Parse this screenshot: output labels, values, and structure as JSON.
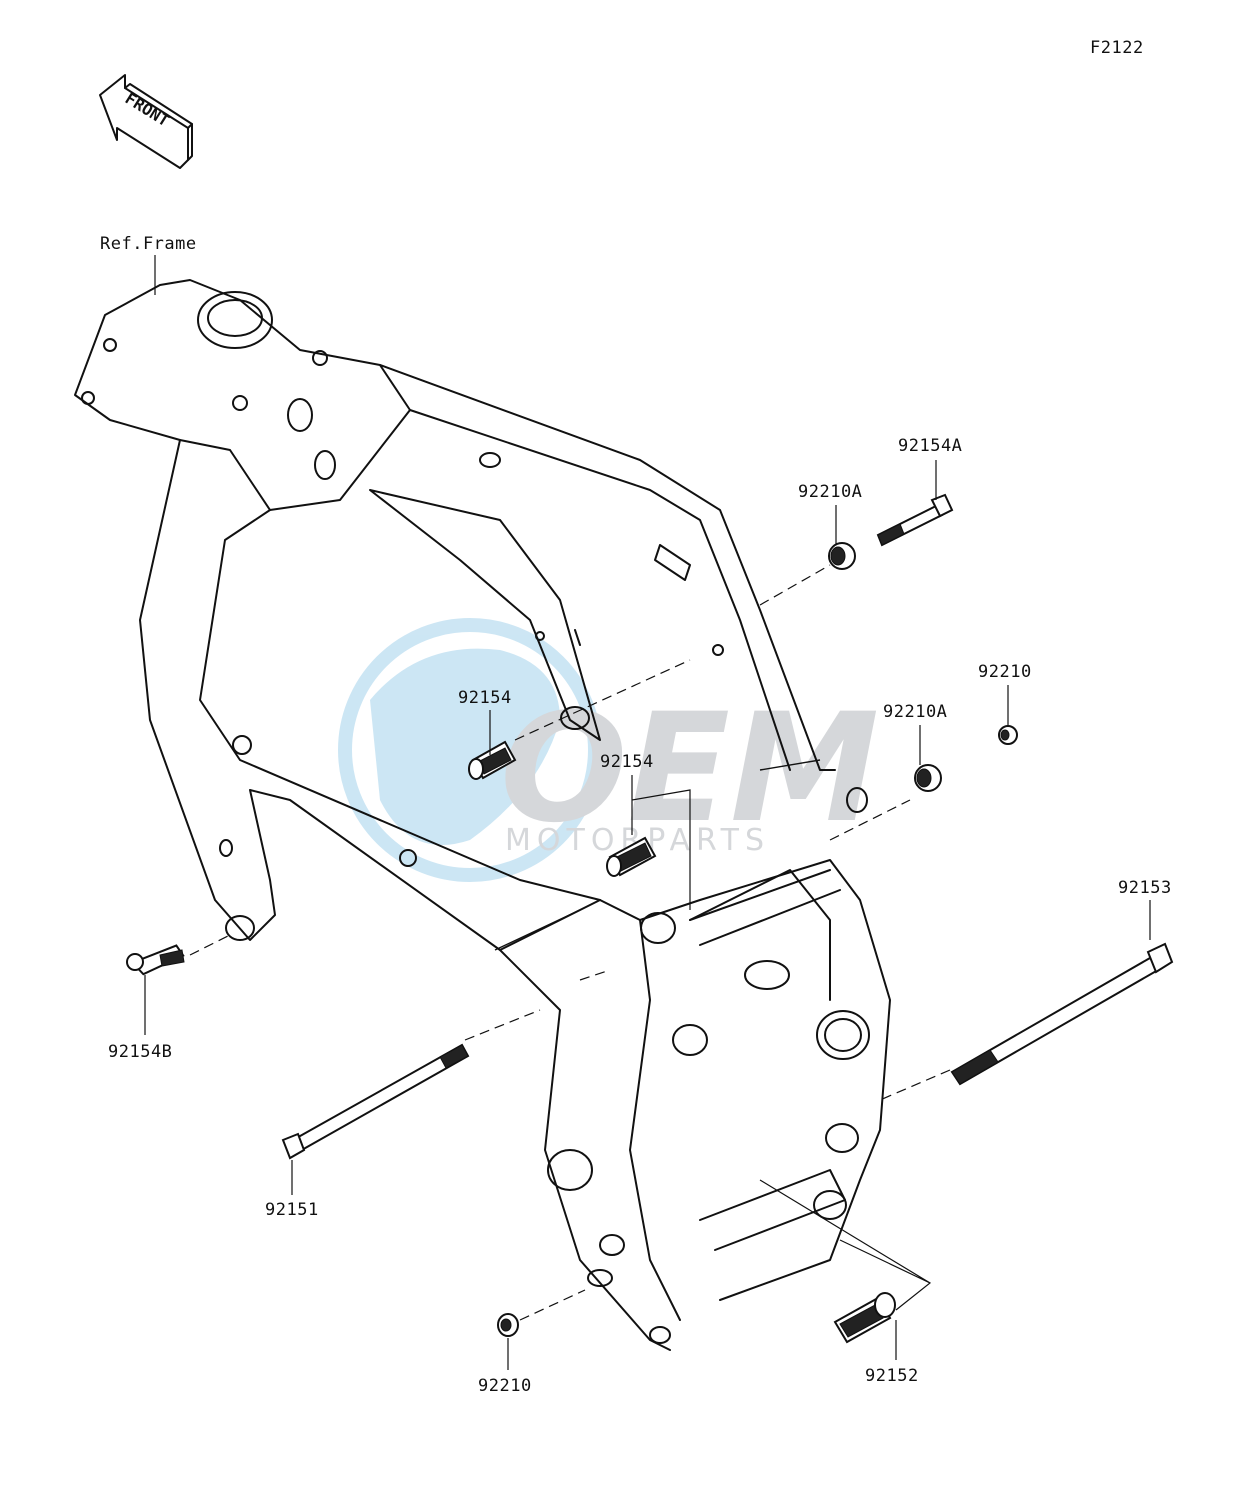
{
  "figure_code": "F2122",
  "front_arrow": {
    "text": "FRONT",
    "icon": "front-direction-arrow-icon"
  },
  "watermark": {
    "brand": "OEM",
    "sub": "MOTORPARTS",
    "color": "#6fb8e0"
  },
  "ref_label": "Ref.Frame",
  "parts": {
    "p92154A": "92154A",
    "p92210A_top": "92210A",
    "p92210_right": "92210",
    "p92210A_mid": "92210A",
    "p92154_a": "92154",
    "p92154_b": "92154",
    "p92153": "92153",
    "p92154B": "92154B",
    "p92151": "92151",
    "p92210_bottom": "92210",
    "p92152": "92152"
  }
}
